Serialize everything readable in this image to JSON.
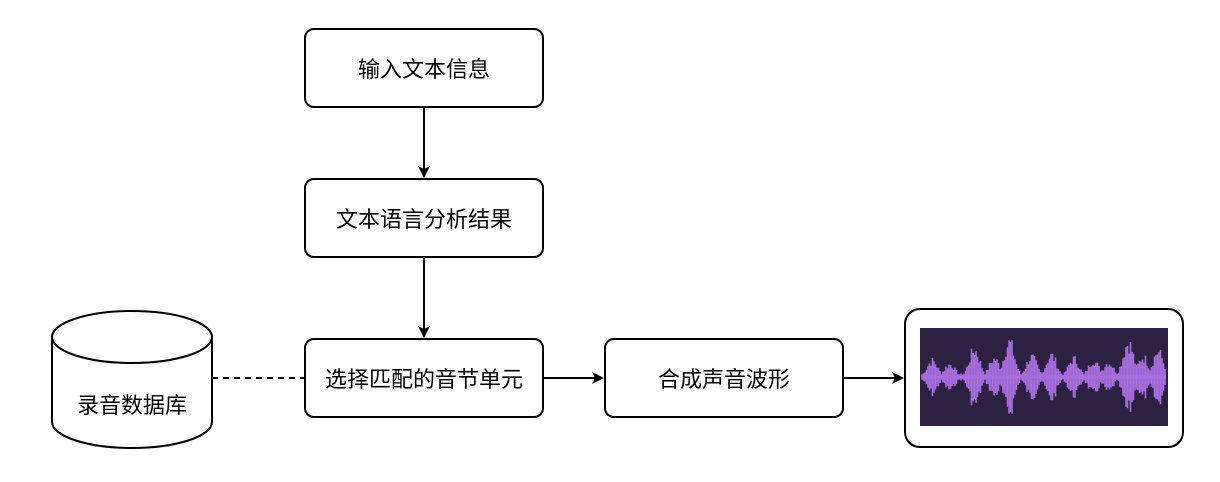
{
  "nodes": {
    "input_text": "输入文本信息",
    "text_analysis": "文本语言分析结果",
    "select_units": "选择匹配的音节单元",
    "synthesize": "合成声音波形",
    "database": "录音数据库"
  },
  "colors": {
    "waveform": "#a86ee0",
    "waveform_bg": "#2c2140",
    "stroke": "#000000"
  },
  "icons": {
    "output": "audio-waveform-icon",
    "database": "database-cylinder-icon"
  }
}
